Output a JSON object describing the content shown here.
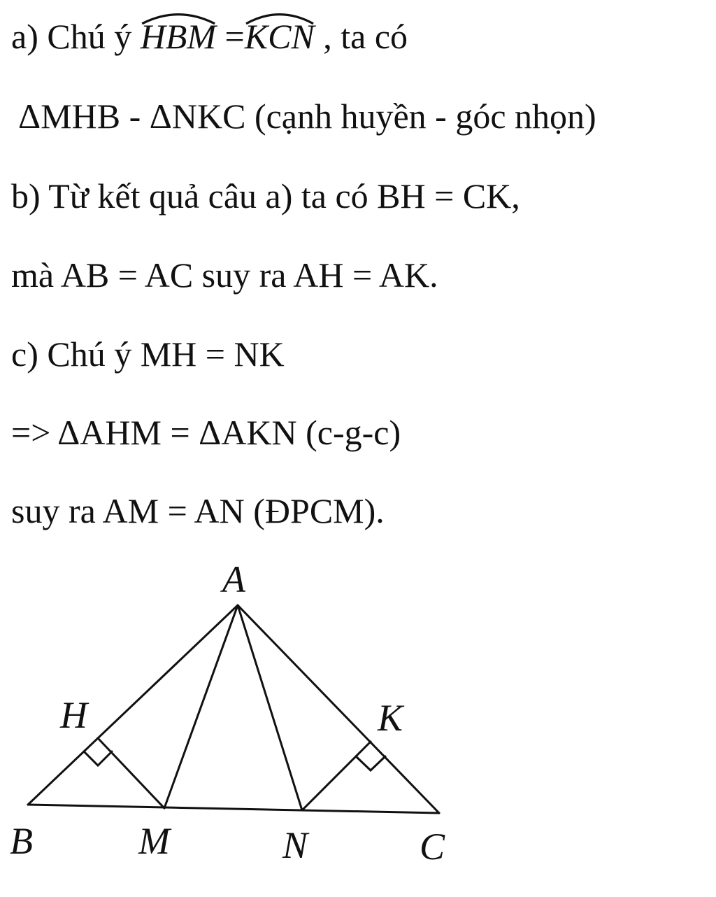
{
  "lines": {
    "a_prefix": "a) Chú ý ",
    "a_angle1": "HBM",
    "a_eq": " =",
    "a_angle2": "KCN",
    "a_suffix": " , ta có",
    "line2": "ΔMHB - ΔNKC (cạnh huyền - góc nhọn)",
    "line3": "b) Từ kết quả câu a) ta có BH = CK,",
    "line4": "mà AB = AC suy ra AH = AK.",
    "line5": "c) Chú ý MH = NK",
    "line6": "=> ΔAHM = ΔAKN (c-g-c)",
    "line7": "suy ra AM = AN (ĐPCM)."
  },
  "figure": {
    "points": {
      "A": "A",
      "B": "B",
      "C": "C",
      "H": "H",
      "K": "K",
      "M": "M",
      "N": "N"
    }
  }
}
